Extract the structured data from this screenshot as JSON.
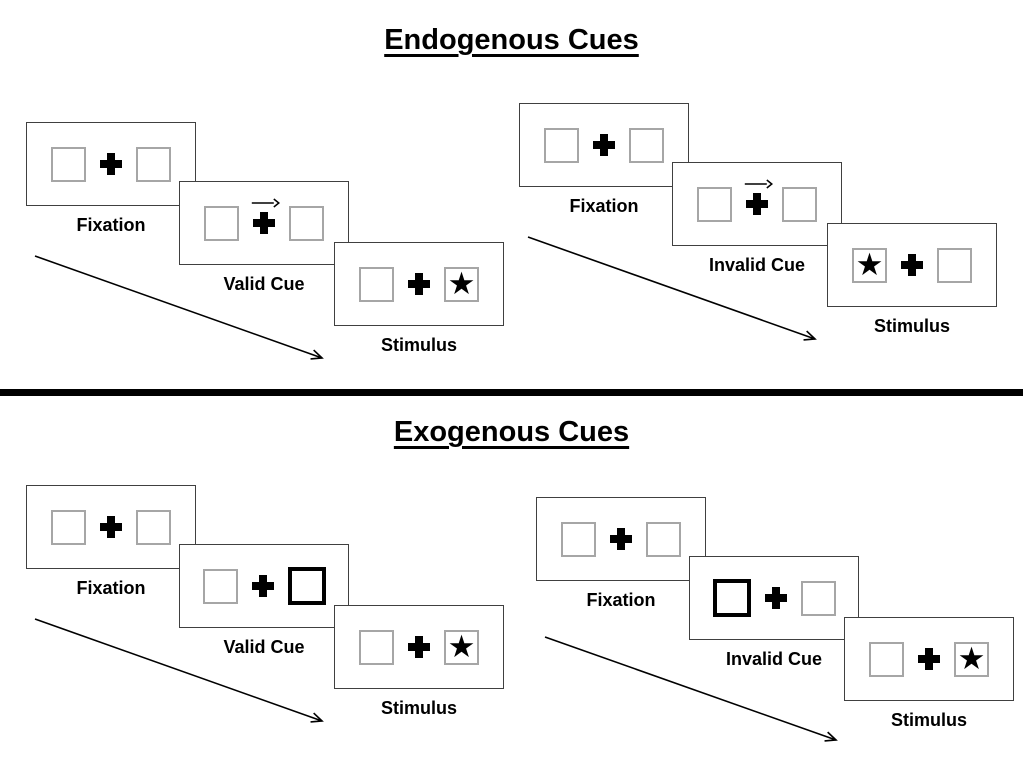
{
  "sections": [
    {
      "title": "Endogenous Cues",
      "groups": [
        {
          "name": "valid-cue-trial",
          "panels": [
            {
              "label": "Fixation",
              "left": "empty",
              "right": "empty",
              "cue_arrow": false
            },
            {
              "label": "Valid Cue",
              "left": "empty",
              "right": "empty",
              "cue_arrow": true
            },
            {
              "label": "Stimulus",
              "left": "empty",
              "right": "star",
              "cue_arrow": false
            }
          ]
        },
        {
          "name": "invalid-cue-trial",
          "panels": [
            {
              "label": "Fixation",
              "left": "empty",
              "right": "empty",
              "cue_arrow": false
            },
            {
              "label": "Invalid Cue",
              "left": "empty",
              "right": "empty",
              "cue_arrow": true
            },
            {
              "label": "Stimulus",
              "left": "star",
              "right": "empty",
              "cue_arrow": false
            }
          ]
        }
      ]
    },
    {
      "title": "Exogenous Cues",
      "groups": [
        {
          "name": "valid-cue-trial",
          "panels": [
            {
              "label": "Fixation",
              "left": "empty",
              "right": "empty",
              "cue_arrow": false
            },
            {
              "label": "Valid Cue",
              "left": "empty",
              "right": "highlight",
              "cue_arrow": false
            },
            {
              "label": "Stimulus",
              "left": "empty",
              "right": "star",
              "cue_arrow": false
            }
          ]
        },
        {
          "name": "invalid-cue-trial",
          "panels": [
            {
              "label": "Fixation",
              "left": "empty",
              "right": "empty",
              "cue_arrow": false
            },
            {
              "label": "Invalid Cue",
              "left": "highlight",
              "right": "empty",
              "cue_arrow": false
            },
            {
              "label": "Stimulus",
              "left": "empty",
              "right": "star",
              "cue_arrow": false
            }
          ]
        }
      ]
    }
  ],
  "icons": {
    "star": "★",
    "plus": "heavy-plus",
    "cue_arrow_direction": "right"
  },
  "colors": {
    "background": "#ffffff",
    "panel_border": "#404040",
    "placeholder_border": "#a6a6a6",
    "cue_highlight_border": "#000000",
    "text": "#000000",
    "divider": "#000000",
    "arrow": "#000000"
  }
}
